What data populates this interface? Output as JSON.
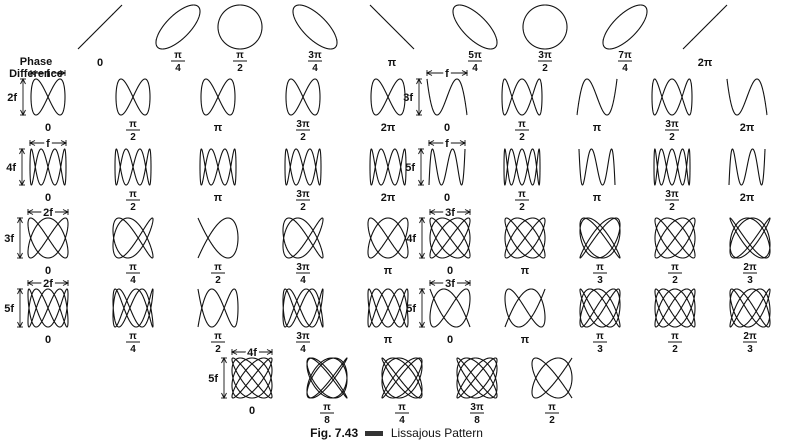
{
  "header": {
    "phase_label_line1": "Phase",
    "phase_label_line2": "Difference"
  },
  "caption": {
    "fig_label": "Fig. 7.43",
    "title": "Lissajous Pattern"
  },
  "top_row": {
    "patterns": [
      {
        "phase": "0",
        "label": {
          "num": "",
          "den": "",
          "text": "0"
        }
      },
      {
        "phase": "pi/4",
        "label": {
          "num": "π",
          "den": "4",
          "text": ""
        }
      },
      {
        "phase": "pi/2",
        "label": {
          "num": "π",
          "den": "2",
          "text": ""
        }
      },
      {
        "phase": "3pi/4",
        "label": {
          "num": "3π",
          "den": "4",
          "text": ""
        }
      },
      {
        "phase": "pi",
        "label": {
          "num": "",
          "den": "",
          "text": "π"
        }
      },
      {
        "phase": "5pi/4",
        "label": {
          "num": "5π",
          "den": "4",
          "text": ""
        }
      },
      {
        "phase": "3pi/2",
        "label": {
          "num": "3π",
          "den": "2",
          "text": ""
        }
      },
      {
        "phase": "7pi/4",
        "label": {
          "num": "7π",
          "den": "4",
          "text": ""
        }
      },
      {
        "phase": "2pi",
        "label": {
          "num": "",
          "den": "",
          "text": "2π"
        }
      }
    ]
  },
  "groups": [
    {
      "ratio_v": "2f",
      "ratio_h": "f",
      "items": [
        {
          "label": {
            "text": "0"
          }
        },
        {
          "label": {
            "num": "π",
            "den": "2"
          }
        },
        {
          "label": {
            "text": "π"
          }
        },
        {
          "label": {
            "num": "3π",
            "den": "2"
          }
        },
        {
          "label": {
            "text": "2π"
          }
        }
      ]
    },
    {
      "ratio_v": "3f",
      "ratio_h": "f",
      "items": [
        {
          "label": {
            "text": "0"
          }
        },
        {
          "label": {
            "num": "π",
            "den": "2"
          }
        },
        {
          "label": {
            "text": "π"
          }
        },
        {
          "label": {
            "num": "3π",
            "den": "2"
          }
        },
        {
          "label": {
            "text": "2π"
          }
        }
      ]
    },
    {
      "ratio_v": "4f",
      "ratio_h": "f",
      "items": [
        {
          "label": {
            "text": "0"
          }
        },
        {
          "label": {
            "num": "π",
            "den": "2"
          }
        },
        {
          "label": {
            "text": "π"
          }
        },
        {
          "label": {
            "num": "3π",
            "den": "2"
          }
        },
        {
          "label": {
            "text": "2π"
          }
        }
      ]
    },
    {
      "ratio_v": "5f",
      "ratio_h": "f",
      "items": [
        {
          "label": {
            "text": "0"
          }
        },
        {
          "label": {
            "num": "π",
            "den": "2"
          }
        },
        {
          "label": {
            "text": "π"
          }
        },
        {
          "label": {
            "num": "3π",
            "den": "2"
          }
        },
        {
          "label": {
            "text": "2π"
          }
        }
      ]
    },
    {
      "ratio_v": "3f",
      "ratio_h": "2f",
      "items": [
        {
          "label": {
            "text": "0"
          }
        },
        {
          "label": {
            "num": "π",
            "den": "4"
          }
        },
        {
          "label": {
            "num": "π",
            "den": "2"
          }
        },
        {
          "label": {
            "num": "3π",
            "den": "4"
          }
        },
        {
          "label": {
            "text": "π"
          }
        }
      ]
    },
    {
      "ratio_v": "4f",
      "ratio_h": "3f",
      "items": [
        {
          "label": {
            "text": "0"
          }
        },
        {
          "label": {
            "text": "π"
          }
        },
        {
          "label": {
            "num": "π",
            "den": "3"
          }
        },
        {
          "label": {
            "num": "π",
            "den": "2"
          }
        },
        {
          "label": {
            "num": "2π",
            "den": "3"
          }
        }
      ]
    },
    {
      "ratio_v": "5f",
      "ratio_h": "2f",
      "items": [
        {
          "label": {
            "text": "0"
          }
        },
        {
          "label": {
            "num": "π",
            "den": "4"
          }
        },
        {
          "label": {
            "num": "π",
            "den": "2"
          }
        },
        {
          "label": {
            "num": "3π",
            "den": "4"
          }
        },
        {
          "label": {
            "text": "π"
          }
        }
      ]
    },
    {
      "ratio_v": "5f",
      "ratio_h": "3f",
      "items": [
        {
          "label": {
            "text": "0"
          }
        },
        {
          "label": {
            "text": "π"
          }
        },
        {
          "label": {
            "num": "π",
            "den": "3"
          }
        },
        {
          "label": {
            "num": "π",
            "den": "2"
          }
        },
        {
          "label": {
            "num": "2π",
            "den": "3"
          }
        }
      ]
    },
    {
      "ratio_v": "5f",
      "ratio_h": "4f",
      "items": [
        {
          "label": {
            "text": "0"
          }
        },
        {
          "label": {
            "num": "π",
            "den": "8"
          }
        },
        {
          "label": {
            "num": "π",
            "den": "4"
          }
        },
        {
          "label": {
            "num": "3π",
            "den": "8"
          }
        },
        {
          "label": {
            "num": "π",
            "den": "2"
          }
        }
      ]
    }
  ]
}
